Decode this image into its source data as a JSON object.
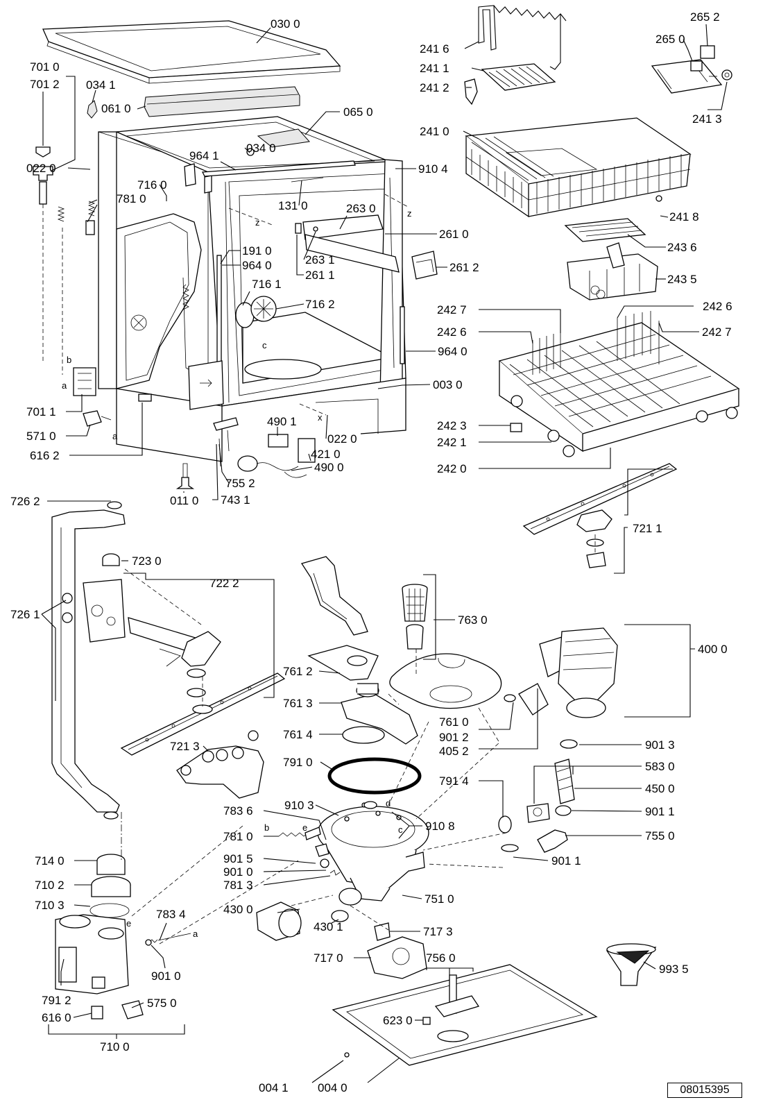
{
  "document_number": "08015395",
  "callouts": [
    {
      "id": "c0300",
      "text": "030 0"
    },
    {
      "id": "c7010",
      "text": "701 0"
    },
    {
      "id": "c7012",
      "text": "701 2"
    },
    {
      "id": "c0341",
      "text": "034 1"
    },
    {
      "id": "c0610",
      "text": "061 0"
    },
    {
      "id": "c0650",
      "text": "065 0"
    },
    {
      "id": "c0340",
      "text": "034 0"
    },
    {
      "id": "c9641a",
      "text": "964 1"
    },
    {
      "id": "c0220a",
      "text": "022 0"
    },
    {
      "id": "c9104",
      "text": "910 4"
    },
    {
      "id": "c7160",
      "text": "716 0"
    },
    {
      "id": "c7810a",
      "text": "781 0"
    },
    {
      "id": "c1310",
      "text": "131 0"
    },
    {
      "id": "c2630",
      "text": "263 0"
    },
    {
      "id": "c2610",
      "text": "261 0"
    },
    {
      "id": "c1910",
      "text": "191 0"
    },
    {
      "id": "c9640a",
      "text": "964 0"
    },
    {
      "id": "c2631",
      "text": "263 1"
    },
    {
      "id": "c2611",
      "text": "261 1"
    },
    {
      "id": "c2612",
      "text": "261 2"
    },
    {
      "id": "c7161",
      "text": "716 1"
    },
    {
      "id": "c7162",
      "text": "716 2"
    },
    {
      "id": "c9640b",
      "text": "964 0"
    },
    {
      "id": "c0030",
      "text": "003 0"
    },
    {
      "id": "c7011",
      "text": "701 1"
    },
    {
      "id": "c5710",
      "text": "571 0"
    },
    {
      "id": "c6162",
      "text": "616 2"
    },
    {
      "id": "c4901",
      "text": "490 1"
    },
    {
      "id": "c0220b",
      "text": "022 0"
    },
    {
      "id": "c4210",
      "text": "421 0"
    },
    {
      "id": "c4900",
      "text": "490 0"
    },
    {
      "id": "c7552",
      "text": "755 2"
    },
    {
      "id": "c7431",
      "text": "743 1"
    },
    {
      "id": "c0110",
      "text": "011 0"
    },
    {
      "id": "c2416",
      "text": "241 6"
    },
    {
      "id": "c2411",
      "text": "241 1"
    },
    {
      "id": "c2412",
      "text": "241 2"
    },
    {
      "id": "c2410",
      "text": "241 0"
    },
    {
      "id": "c2652",
      "text": "265 2"
    },
    {
      "id": "c2650",
      "text": "265 0"
    },
    {
      "id": "c2413",
      "text": "241 3"
    },
    {
      "id": "c2418",
      "text": "241 8"
    },
    {
      "id": "c2436",
      "text": "243 6"
    },
    {
      "id": "c2435",
      "text": "243 5"
    },
    {
      "id": "c2427a",
      "text": "242 7"
    },
    {
      "id": "c2426a",
      "text": "242 6"
    },
    {
      "id": "c2426b",
      "text": "242 6"
    },
    {
      "id": "c2427b",
      "text": "242 7"
    },
    {
      "id": "c2423",
      "text": "242 3"
    },
    {
      "id": "c2421",
      "text": "242 1"
    },
    {
      "id": "c2420",
      "text": "242 0"
    },
    {
      "id": "c7262",
      "text": "726 2"
    },
    {
      "id": "c7230",
      "text": "723 0"
    },
    {
      "id": "c7222",
      "text": "722 2"
    },
    {
      "id": "c7261",
      "text": "726 1"
    },
    {
      "id": "c7211",
      "text": "721 1"
    },
    {
      "id": "c7630",
      "text": "763 0"
    },
    {
      "id": "c4000",
      "text": "400 0"
    },
    {
      "id": "c7612",
      "text": "761 2"
    },
    {
      "id": "c7613",
      "text": "761 3"
    },
    {
      "id": "c7614",
      "text": "761 4"
    },
    {
      "id": "c7610",
      "text": "761 0"
    },
    {
      "id": "c9012",
      "text": "901 2"
    },
    {
      "id": "c4052",
      "text": "405 2"
    },
    {
      "id": "c7213",
      "text": "721 3"
    },
    {
      "id": "c7910",
      "text": "791 0"
    },
    {
      "id": "c9013",
      "text": "901 3"
    },
    {
      "id": "c5830",
      "text": "583 0"
    },
    {
      "id": "c7914",
      "text": "791 4"
    },
    {
      "id": "c4500",
      "text": "450 0"
    },
    {
      "id": "c9011a",
      "text": "901 1"
    },
    {
      "id": "c7836",
      "text": "783 6"
    },
    {
      "id": "c9103",
      "text": "910 3"
    },
    {
      "id": "c9108",
      "text": "910 8"
    },
    {
      "id": "c7810b",
      "text": "781 0"
    },
    {
      "id": "c7550",
      "text": "755 0"
    },
    {
      "id": "c9015",
      "text": "901 5"
    },
    {
      "id": "c9010a",
      "text": "901 0"
    },
    {
      "id": "c7813",
      "text": "781 3"
    },
    {
      "id": "c9011b",
      "text": "901 1"
    },
    {
      "id": "c7140",
      "text": "714 0"
    },
    {
      "id": "c7102",
      "text": "710 2"
    },
    {
      "id": "c7510",
      "text": "751 0"
    },
    {
      "id": "c7103",
      "text": "710 3"
    },
    {
      "id": "c7834",
      "text": "783 4"
    },
    {
      "id": "c4300",
      "text": "430 0"
    },
    {
      "id": "c4301",
      "text": "430 1"
    },
    {
      "id": "c7173",
      "text": "717 3"
    },
    {
      "id": "c9010b",
      "text": "901 0"
    },
    {
      "id": "c7170",
      "text": "717 0"
    },
    {
      "id": "c7560",
      "text": "756 0"
    },
    {
      "id": "c7912",
      "text": "791 2"
    },
    {
      "id": "c5750",
      "text": "575 0"
    },
    {
      "id": "c6160",
      "text": "616 0"
    },
    {
      "id": "c9935",
      "text": "993 5"
    },
    {
      "id": "c6230",
      "text": "623 0"
    },
    {
      "id": "c7100",
      "text": "710 0"
    },
    {
      "id": "c0041",
      "text": "004 1"
    },
    {
      "id": "c0040",
      "text": "004 0"
    }
  ],
  "markers": [
    {
      "id": "m_b1",
      "text": "b"
    },
    {
      "id": "m_a1",
      "text": "a"
    },
    {
      "id": "m_a2",
      "text": "a"
    },
    {
      "id": "m_z1",
      "text": "z"
    },
    {
      "id": "m_z2",
      "text": "z"
    },
    {
      "id": "m_c",
      "text": "c"
    },
    {
      "id": "m_x",
      "text": "x"
    },
    {
      "id": "m_d",
      "text": "d"
    },
    {
      "id": "m_e1",
      "text": "e"
    },
    {
      "id": "m_b2",
      "text": "b"
    },
    {
      "id": "m_e2",
      "text": "e"
    },
    {
      "id": "m_a3",
      "text": "a"
    },
    {
      "id": "m_c2",
      "text": "c"
    }
  ]
}
